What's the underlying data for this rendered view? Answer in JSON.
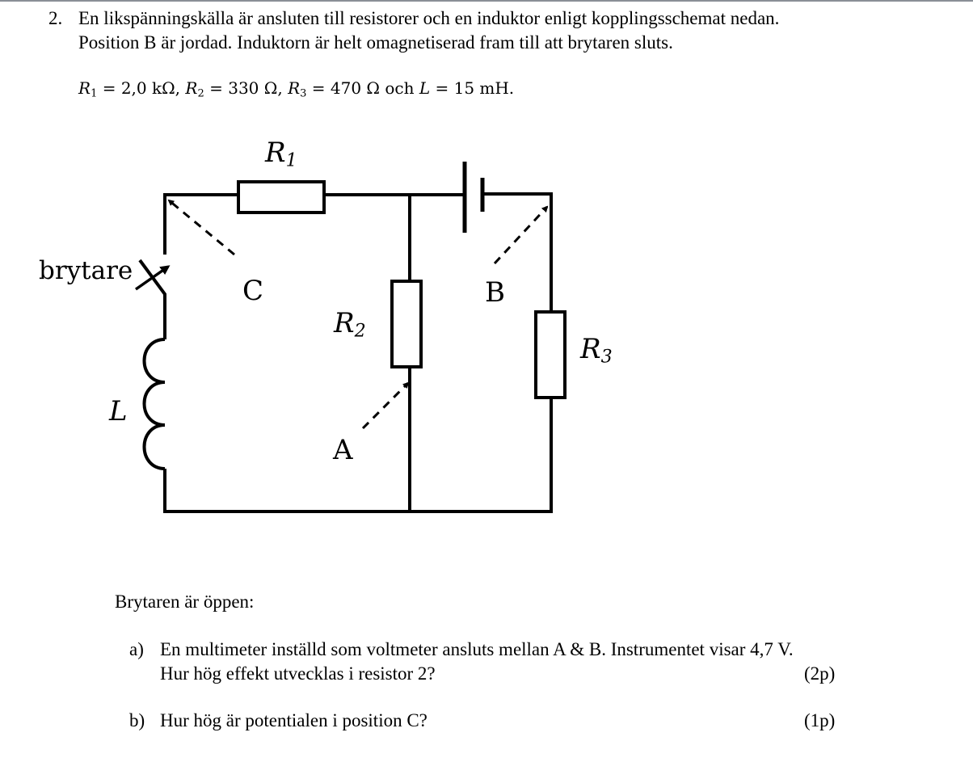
{
  "question": {
    "number": "2.",
    "line1": "En likspänningskälla är ansluten till resistorer och en induktor enligt kopplingsschemat nedan.",
    "line2": "Position B är jordad. Induktorn är helt omagnetiserad fram till att brytaren sluts.",
    "values": {
      "r1": "R",
      "r1_sub": "1",
      "r1_val": " = 2,0 kΩ, ",
      "r2": "R",
      "r2_sub": "2",
      "r2_val": " = 330 Ω, ",
      "r3": "R",
      "r3_sub": "3",
      "r3_val": " = 470 Ω och ",
      "l": "L",
      "l_val": " = 15 mH."
    }
  },
  "circuit": {
    "r1_label": "R",
    "r1_sub": "1",
    "r2_label": "R",
    "r2_sub": "2",
    "r3_label": "R",
    "r3_sub": "3",
    "l_label": "L",
    "switch_label": "brytare",
    "point_a": "A",
    "point_b": "B",
    "point_c": "C"
  },
  "condition": "Brytaren är öppen:",
  "subquestions": [
    {
      "letter": "a)",
      "line1": "En multimeter inställd som voltmeter ansluts mellan A & B. Instrumentet visar 4,7 V.",
      "line2": "Hur hög effekt utvecklas i resistor 2?",
      "points": "(2p)"
    },
    {
      "letter": "b)",
      "line1": "Hur hög är potentialen i position C?",
      "points": "(1p)"
    }
  ]
}
